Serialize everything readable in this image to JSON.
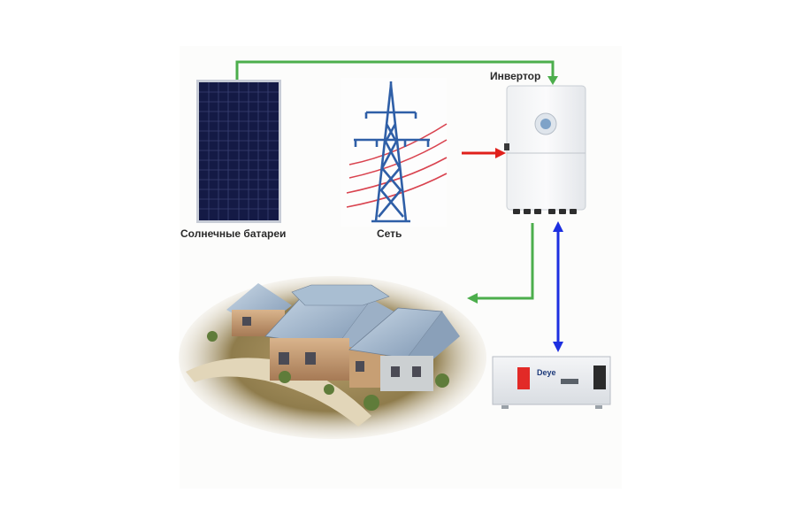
{
  "labels": {
    "solar_panels": "Солнечные батареи",
    "grid": "Сеть",
    "inverter": "Инвертор"
  },
  "battery": {
    "brand": "Deye"
  },
  "colors": {
    "pv_flow": "#4cae4c",
    "grid_flow": "#e0201b",
    "battery_flow": "#1d2fe0",
    "panel_cell": "#1a1f4a",
    "tower": "#2f5fa7",
    "power_lines": "#d9434f"
  },
  "icons": {
    "solar_panel": "solar-panel-icon",
    "grid_tower": "transmission-tower-icon",
    "inverter": "inverter-device-icon",
    "battery": "battery-module-icon",
    "house": "house-illustration"
  }
}
